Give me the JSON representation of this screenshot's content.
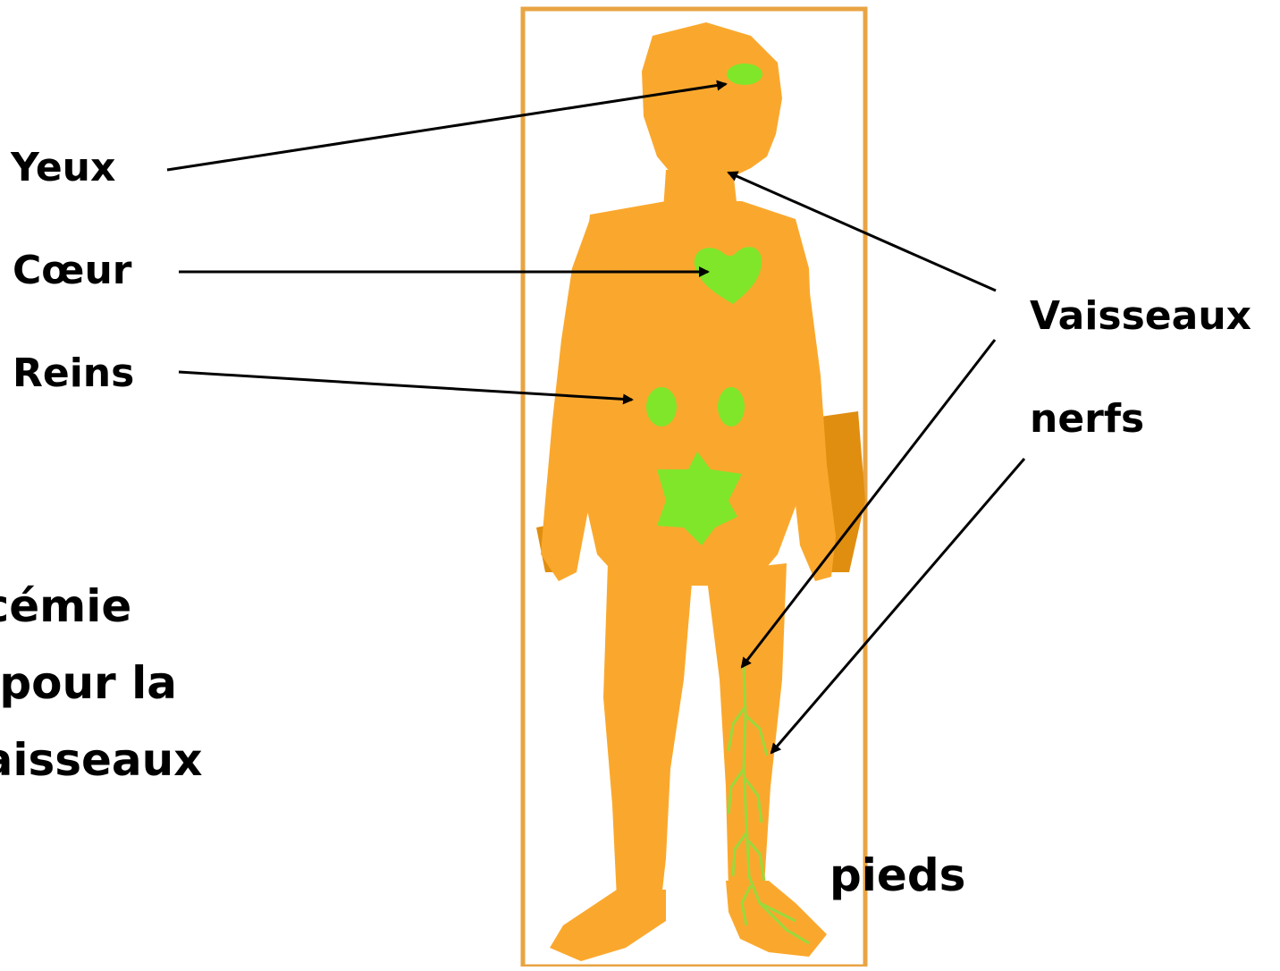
{
  "labels": {
    "yeux": "Yeux",
    "coeur": "Cœur",
    "reins": "Reins",
    "vaisseaux": "Vaisseaux",
    "nerfs": "nerfs",
    "pieds": "pieds"
  },
  "cropped_text": {
    "line1": "ycémie",
    "line2": "e pour la",
    "line3": "vaisseaux"
  },
  "colors": {
    "body": "#FAA82D",
    "body_shadow": "#E08E10",
    "frame": "#E9A443",
    "organs": "#7FE62A",
    "nerves": "#9AD93C",
    "arrows": "#000000",
    "text": "#000000"
  }
}
